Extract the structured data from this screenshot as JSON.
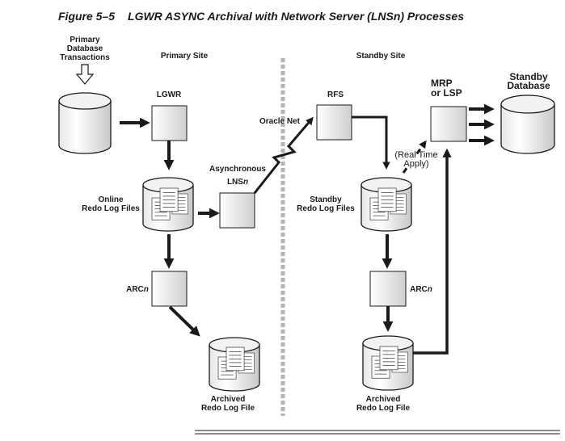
{
  "figure": {
    "number": "Figure 5–5",
    "title": "LGWR ASYNC Archival with Network Server (LNSn) Processes"
  },
  "sites": {
    "primary": "Primary Site",
    "standby": "Standby Site"
  },
  "labels": {
    "transactions": [
      "Primary",
      "Database",
      "Transactions"
    ],
    "lgwr": "LGWR",
    "online_redo": [
      "Online",
      "Redo Log Files"
    ],
    "async_lns": [
      "Asynchronous",
      "LNS",
      "n"
    ],
    "oracle_net": "Oracle Net",
    "arcn_primary": [
      "ARC",
      "n"
    ],
    "archived_primary": [
      "Archived",
      "Redo Log File"
    ],
    "rfs": "RFS",
    "standby_redo": [
      "Standby",
      "Redo Log Files"
    ],
    "real_time_apply": [
      "(Real Time",
      "Apply)"
    ],
    "mrp": [
      "MRP",
      "or LSP"
    ],
    "standby_db": [
      "Standby",
      "Database"
    ],
    "arcn_standby": [
      "ARC",
      "n"
    ],
    "archived_standby": [
      "Archived",
      "Redo Log File"
    ]
  },
  "colors": {
    "stroke": "#1a1a1a",
    "box_fill_light": "#ffffff",
    "box_fill_dark": "#d4d4d4",
    "divider": "#b3b3b3"
  }
}
